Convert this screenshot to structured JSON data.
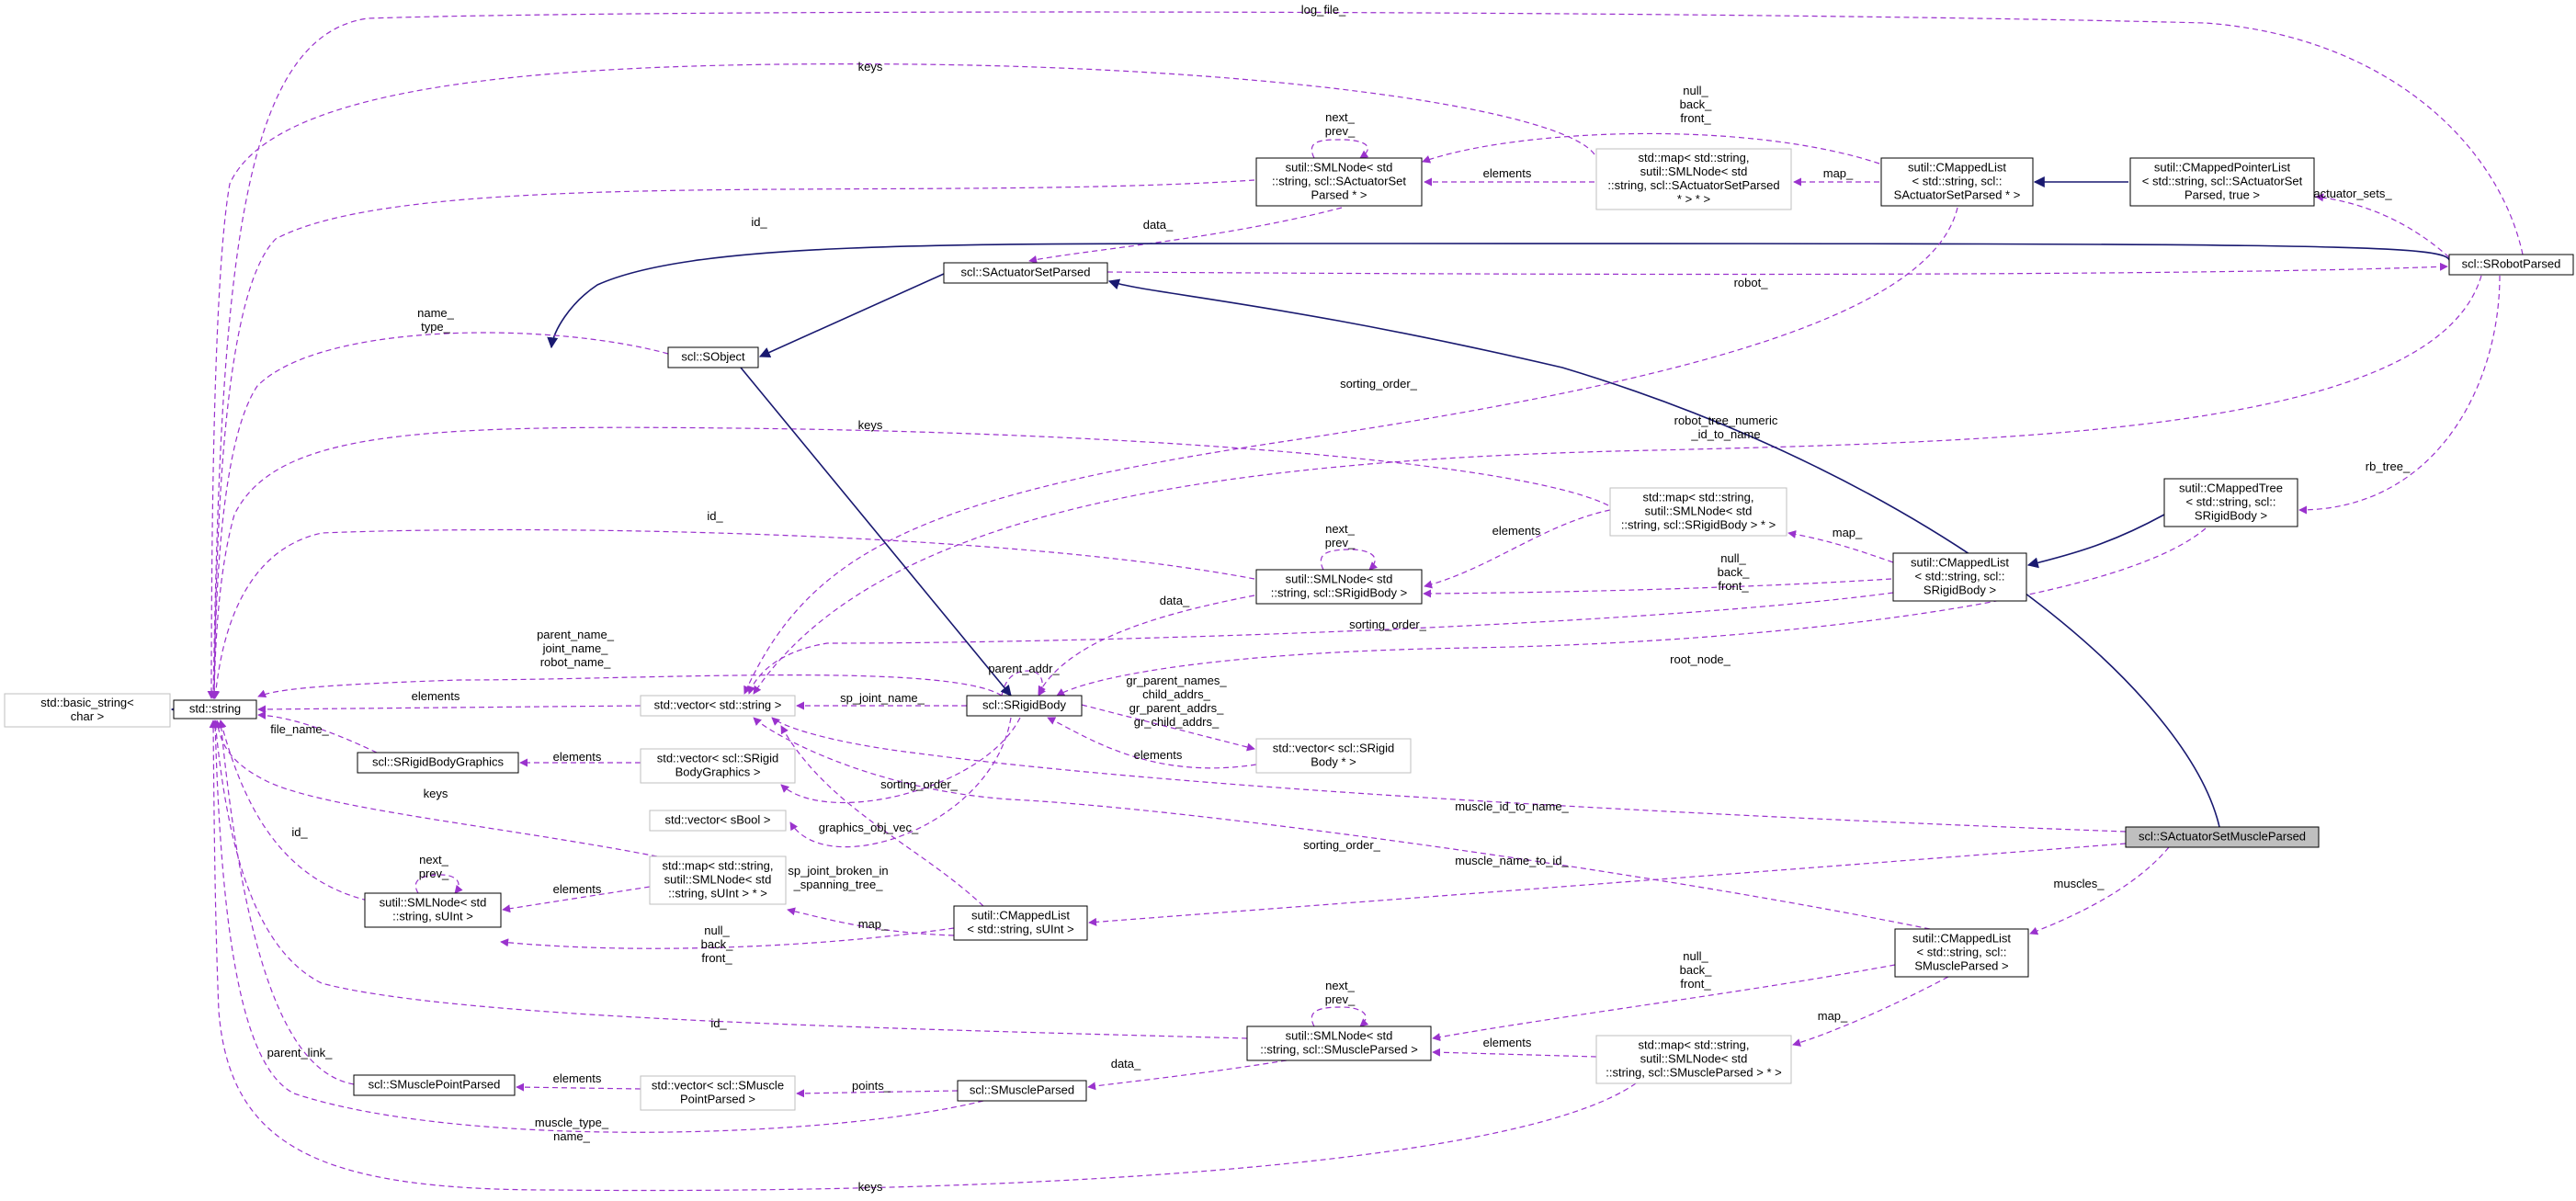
{
  "colors": {
    "usage_edge": "#9a32cd",
    "inherit_edge": "#191970",
    "box_normal": "#000000",
    "box_external": "#bfbfbf",
    "focus_fill": "#bfbfbf"
  },
  "nodes": {
    "basic_string": [
      "std::basic_string<",
      "char >"
    ],
    "string": [
      "std::string"
    ],
    "sobject": [
      "scl::SObject"
    ],
    "sactsetparsed": [
      "scl::SActuatorSetParsed"
    ],
    "srobotparsed": [
      "scl::SRobotParsed"
    ],
    "cmpl_act": [
      "sutil::CMappedPointerList",
      "< std::string, scl::SActuatorSet",
      "Parsed, true >"
    ],
    "cml_act": [
      "sutil::CMappedList",
      "< std::string, scl::",
      "SActuatorSetParsed * >"
    ],
    "map_act": [
      "std::map< std::string,",
      "sutil::SMLNode< std",
      "::string, scl::SActuatorSetParsed",
      " * > * >"
    ],
    "smlnode_act": [
      "sutil::SMLNode< std",
      "::string, scl::SActuatorSet",
      "Parsed * >"
    ],
    "cmtree_rb": [
      "sutil::CMappedTree",
      "< std::string, scl::",
      "SRigidBody >"
    ],
    "map_rb": [
      "std::map< std::string,",
      "sutil::SMLNode< std",
      "::string, scl::SRigidBody > * >"
    ],
    "cml_rb": [
      "sutil::CMappedList",
      "< std::string, scl::",
      "SRigidBody >"
    ],
    "smlnode_rb": [
      "sutil::SMLNode< std",
      "::string, scl::SRigidBody >"
    ],
    "vec_string": [
      "std::vector< std::string >"
    ],
    "srigidbody": [
      "scl::SRigidBody"
    ],
    "vec_rbptr": [
      "std::vector< scl::SRigid",
      "Body * >"
    ],
    "srbgraphics": [
      "scl::SRigidBodyGraphics"
    ],
    "vec_rbgraphics": [
      "std::vector< scl::SRigid",
      "BodyGraphics >"
    ],
    "vec_sbool": [
      "std::vector< sBool >"
    ],
    "map_uint": [
      "std::map< std::string,",
      "sutil::SMLNode< std",
      "::string, sUInt > * >"
    ],
    "smlnode_uint": [
      "sutil::SMLNode< std",
      "::string, sUInt >"
    ],
    "cml_uint": [
      "sutil::CMappedList",
      "< std::string, sUInt >"
    ],
    "sactsetmuscle": [
      "scl::SActuatorSetMuscleParsed"
    ],
    "cml_muscle": [
      "sutil::CMappedList",
      "< std::string, scl::",
      "SMuscleParsed >"
    ],
    "smlnode_muscle": [
      "sutil::SMLNode< std",
      "::string, scl::SMuscleParsed >"
    ],
    "map_muscle": [
      "std::map< std::string,",
      "sutil::SMLNode< std",
      "::string, scl::SMuscleParsed > * >"
    ],
    "smuscleparsed": [
      "scl::SMuscleParsed"
    ],
    "vec_mpp": [
      "std::vector< scl::SMuscle",
      "PointParsed >"
    ],
    "smpp": [
      "scl::SMusclePointParsed"
    ]
  },
  "labels": {
    "log_file": [
      "log_file_"
    ],
    "keys_top": [
      "keys"
    ],
    "null_back_front_act": [
      "null_",
      "back_",
      "front_"
    ],
    "next_prev_act": [
      "next_",
      "prev_"
    ],
    "elements_act": [
      "elements"
    ],
    "map_act": [
      "map_"
    ],
    "id_top": [
      "id_"
    ],
    "data_act": [
      "data_"
    ],
    "actuator_sets": [
      "actuator_sets_"
    ],
    "robot": [
      "robot_"
    ],
    "name_type": [
      "name_",
      "type_"
    ],
    "sorting_order_1": [
      "sorting_order_"
    ],
    "robot_tree_numeric": [
      "robot_tree_numeric",
      "_id_to_name"
    ],
    "keys_mid": [
      "keys"
    ],
    "rb_tree": [
      "rb_tree_"
    ],
    "id_rb": [
      "id_"
    ],
    "next_prev_rb": [
      "next_",
      "prev_"
    ],
    "elements_rb": [
      "elements"
    ],
    "map_rb": [
      "map_"
    ],
    "null_back_front_rb": [
      "null_",
      "back_",
      "front_"
    ],
    "data_rb": [
      "data_"
    ],
    "sorting_order_2": [
      "sorting_order_"
    ],
    "parent_joint_robot": [
      "parent_name_",
      "joint_name_",
      "robot_name_"
    ],
    "parent_addr": [
      "parent_addr_"
    ],
    "root_node": [
      "root_node_"
    ],
    "elements_str": [
      "elements"
    ],
    "sp_joint_name": [
      "sp_joint_name_"
    ],
    "gr_names": [
      "gr_parent_names_",
      "child_addrs_",
      "gr_parent_addrs_",
      "gr_child_addrs_"
    ],
    "elements_rbptr": [
      "elements"
    ],
    "file_name": [
      "file_name_"
    ],
    "elements_gr": [
      "elements"
    ],
    "sorting_order_3": [
      "sorting_order_"
    ],
    "muscle_id_to_name": [
      "muscle_id_to_name_"
    ],
    "keys_low": [
      "keys"
    ],
    "graphics_obj_vec": [
      "graphics_obj_vec_"
    ],
    "sorting_order_4": [
      "sorting_order_"
    ],
    "id_uint": [
      "id_"
    ],
    "next_prev_uint": [
      "next_",
      "prev_"
    ],
    "elements_uint": [
      "elements"
    ],
    "sp_joint_broken": [
      "sp_joint_broken_in",
      "_spanning_tree_"
    ],
    "muscle_name_to_id": [
      "muscle_name_to_id_"
    ],
    "muscles": [
      "muscles_"
    ],
    "null_back_front_uint": [
      "null_",
      "back_",
      "front_"
    ],
    "map_uint": [
      "map_"
    ],
    "null_back_front_mus": [
      "null_",
      "back_",
      "front_"
    ],
    "next_prev_mus": [
      "next_",
      "prev_"
    ],
    "id_mus": [
      "id_"
    ],
    "map_mus": [
      "map_"
    ],
    "elements_mus": [
      "elements"
    ],
    "data_mus": [
      "data_"
    ],
    "parent_link": [
      "parent_link_"
    ],
    "elements_mpp": [
      "elements"
    ],
    "points": [
      "points_"
    ],
    "muscle_type_name": [
      "muscle_type_",
      "name_"
    ],
    "keys_bottom": [
      "keys"
    ]
  }
}
